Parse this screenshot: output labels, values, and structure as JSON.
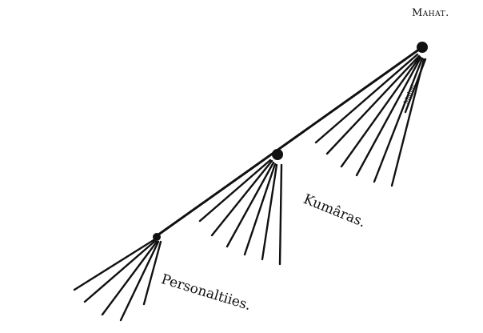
{
  "diagram": {
    "top_node": {
      "label": "Mahat."
    },
    "middle_node": {
      "label": "Kumâras."
    },
    "bottom_node": {
      "label": "Personaltiies."
    },
    "small_mark": {
      "label": "Mahat"
    },
    "ink_color": "#111111"
  }
}
